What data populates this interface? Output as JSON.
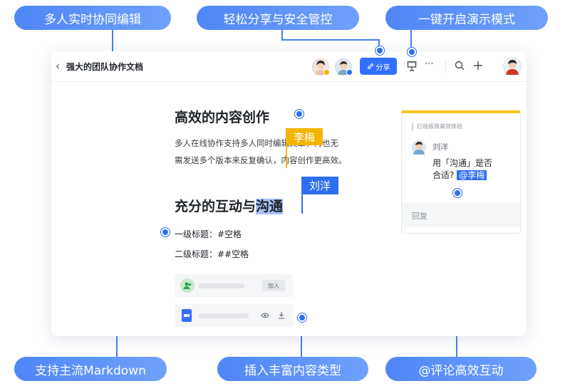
{
  "callouts": {
    "collab": "多人实时协同编辑",
    "share": "轻松分享与安全管控",
    "present": "一键开启演示模式",
    "markdown": "支持主流Markdown",
    "insert": "插入丰富内容类型",
    "comment": "@评论高效互动"
  },
  "doc": {
    "back_icon": "chevron-left-icon",
    "title": "强大的团队协作文档",
    "share_label": "分享",
    "more_label": "···",
    "heading1": "高效的内容创作",
    "para_line1": "多人在线协作支持多人同时编辑文章，再也无",
    "para_line2": "需发送多个版本来反复确认，内容创作更高效。",
    "cursor1_name": "李梅",
    "heading2_pre": "充分的互动与",
    "heading2_sel": "沟通",
    "cursor2_name": "刘洋",
    "md_line1": "一级标题：#空格",
    "md_line2": "二级标题：##空格",
    "card1_button": "加入",
    "colors": {
      "accent": "#3370ff",
      "cursor1": "#f5b400",
      "cursor2": "#2f6ef0",
      "panel_top": "#f5c518"
    }
  },
  "comment": {
    "quote": "打造极致高效体验",
    "author": "刘洋",
    "text_line1": "用「沟通」是否",
    "text_line2": "合适?",
    "mention": "@李梅",
    "reply_placeholder": "回复"
  }
}
